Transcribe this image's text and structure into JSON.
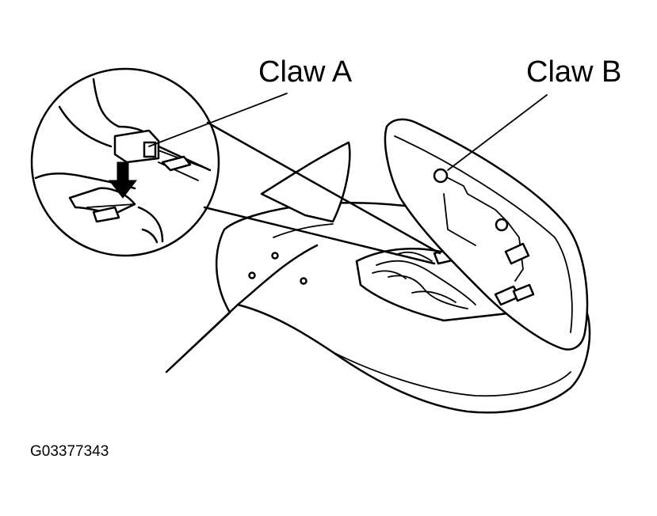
{
  "labels": {
    "claw_a": "Claw A",
    "claw_b": "Claw B",
    "figure_id": "G03377343"
  },
  "colors": {
    "line": "#000000",
    "background": "#ffffff"
  }
}
